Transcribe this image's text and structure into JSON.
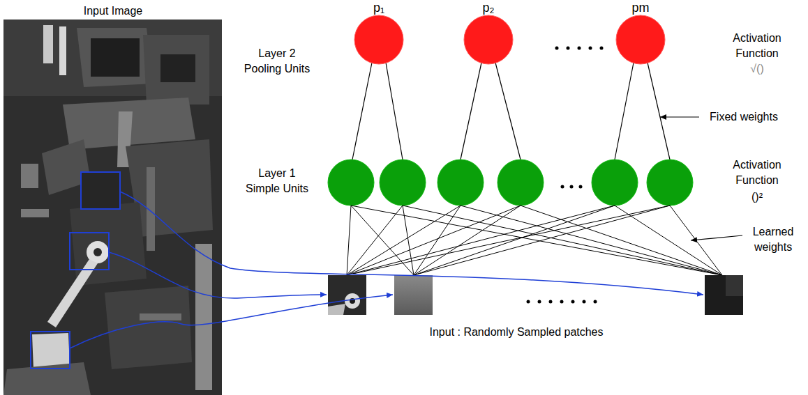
{
  "diagram": {
    "nodes": [
      {
        "text": [
          "p₁"
        ]
      },
      {
        "text": [
          "p₂"
        ]
      },
      {
        "text": [
          "pm"
        ]
      }
    ],
    "labels": [
      "Input Image",
      "Layer 2 Pooling Units",
      "Activation Function",
      "√()",
      "Fixed weights",
      "Layer 1 Simple Units",
      "Activation Function",
      "()²",
      "Learned weights",
      "Input : Randomly Sampled patches"
    ]
  }
}
